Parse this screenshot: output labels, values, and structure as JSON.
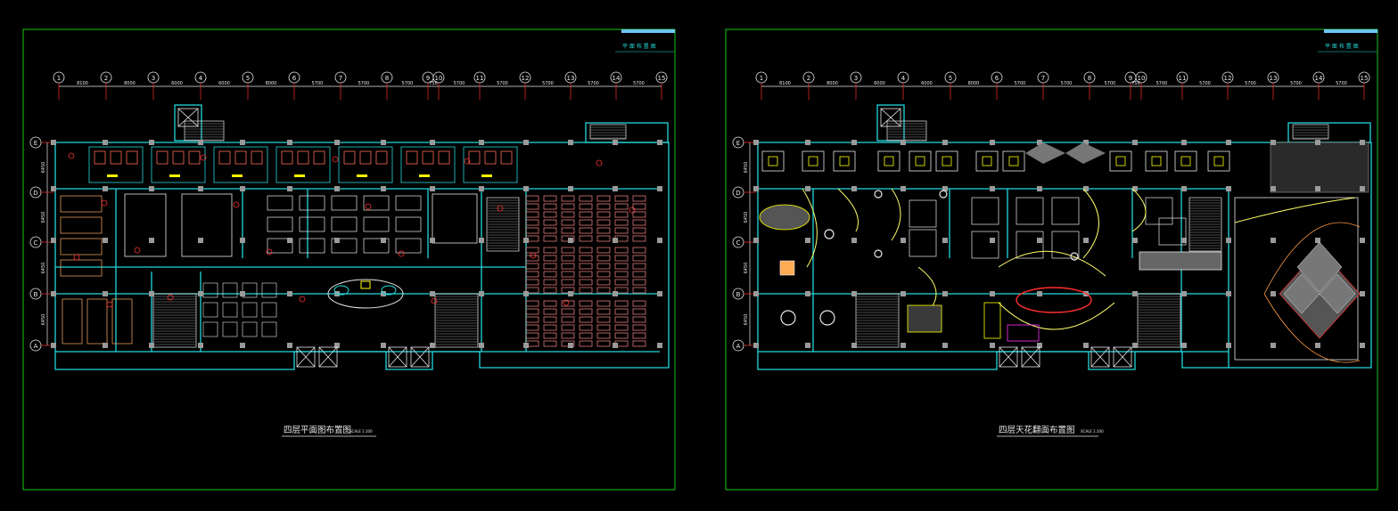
{
  "colors": {
    "background": "#000000",
    "frame": "#19c819",
    "wall": "#22d8dc",
    "grid_line": "#e8e8e8",
    "dimension": "#ff3030",
    "furniture": "#ff6a5a",
    "desk": "#ff8a8a",
    "label": "#ffff00",
    "column": "#9a9a9a",
    "title_bar": "#6ec6ff",
    "ceiling_detail": "#e8e8ff"
  },
  "grid": {
    "axis_numbers": [
      "1",
      "2",
      "3",
      "4",
      "5",
      "6",
      "7",
      "8",
      "9",
      "10",
      "11",
      "12",
      "13",
      "14",
      "15"
    ],
    "bay_dimensions": [
      "8100",
      "8000",
      "6000",
      "6000",
      "8000",
      "5700",
      "5700",
      "5700",
      "750",
      "5700",
      "5700",
      "5700",
      "5700",
      "5700"
    ],
    "row_letters": [
      "E",
      "D",
      "C",
      "B",
      "A"
    ],
    "row_dimensions": [
      "6450",
      "6450",
      "6450",
      "6450"
    ]
  },
  "sheets": [
    {
      "title": "四层平面图布置图",
      "scale": "SCALE 1:100",
      "title_block_text": "平 面 布 置 图"
    },
    {
      "title": "四层天花翻面布置图",
      "scale": "SCALE 1:100",
      "title_block_text": "平 面 布 置 图"
    }
  ]
}
